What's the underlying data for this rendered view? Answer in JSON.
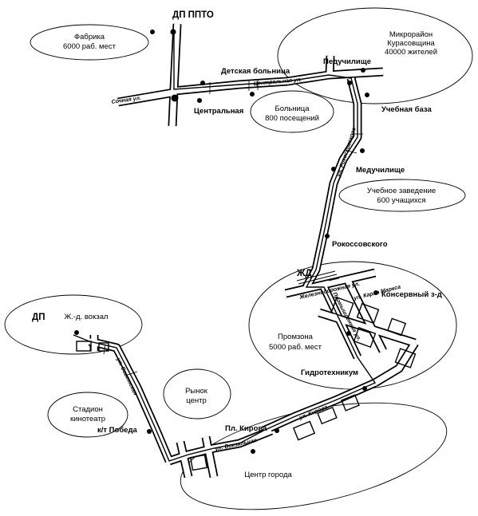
{
  "zones": [
    {
      "id": "factory",
      "lines": [
        "Фабрика",
        "6000 раб. мест"
      ]
    },
    {
      "id": "microdistrict",
      "lines": [
        "Микрорайон",
        "Курасовщина",
        "40000 жителей"
      ]
    },
    {
      "id": "hospital",
      "lines": [
        "Больница",
        "800 посещений"
      ]
    },
    {
      "id": "school",
      "lines": [
        "Учебное заведение",
        "600 учащихся"
      ]
    },
    {
      "id": "railway-station",
      "lines": [
        "Ж.-д. вокзал"
      ]
    },
    {
      "id": "industrial",
      "lines": [
        "Промзона",
        "5000 раб. мест"
      ]
    },
    {
      "id": "market",
      "lines": [
        "Рынок",
        "центр"
      ]
    },
    {
      "id": "stadium",
      "lines": [
        "Стадион",
        "кинотеатр"
      ]
    },
    {
      "id": "city-center",
      "lines": [
        "Центр города"
      ]
    }
  ],
  "terminals": {
    "ppto": "ДП ППТО",
    "dp": "ДП"
  },
  "stops": {
    "detskaya": "Детская больница",
    "peduchilische": "Педучилище",
    "centralnaya": "Центральная",
    "uchebnaya": "Учебная база",
    "meduchilische": "Медучилище",
    "rokossovskogo": "Рокоссовского",
    "zhd": "ЖД",
    "konservny": "Консервный з-д",
    "gidrotekhnikum": "Гидротехникум",
    "pl_kirova": "Пл. Кирова",
    "kt_pobeda": "к/т Победа"
  },
  "streets": {
    "central": "Центральная ул.",
    "side": "Сочная ул.",
    "rokossovsky": "ул. Рокоссовского",
    "zheleznodorozhnaya": "Железнодорожная ул.",
    "karla_marksa": "ул. Карла Маркса",
    "promyshlennaya": "Промышленная ул.",
    "kirova": "ул. Кирова",
    "sovetskaya": "ул. Советская",
    "vokzalnaya": "ул. Вокзальная"
  }
}
